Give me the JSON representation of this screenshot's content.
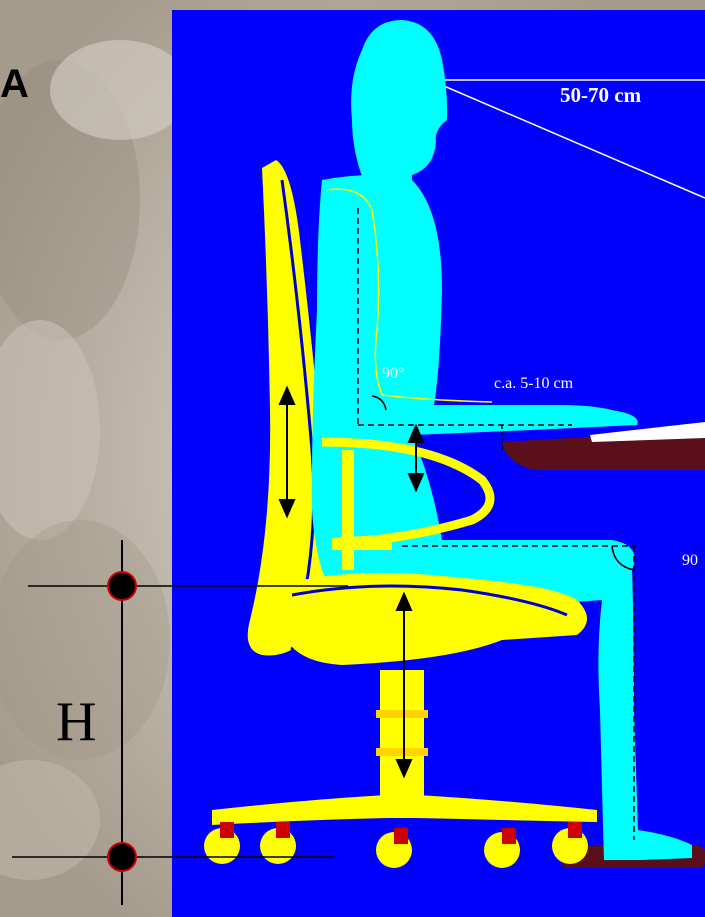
{
  "figure": {
    "panel_letter": "A",
    "measure_label": "H",
    "eye_distance": "50-70 cm",
    "elbow_angle": "90°",
    "elbow_desk_gap": "c.a. 5-10 cm",
    "knee_angle": "90"
  },
  "colors": {
    "panel_background": "#0000ff",
    "body": "#00ffff",
    "chair": "#ffff00",
    "desk": "#5a0f1a",
    "keyboard": "#ffffff",
    "background": "#b3aa9c",
    "marker": "#000000",
    "marker_outline": "#cc0000"
  }
}
